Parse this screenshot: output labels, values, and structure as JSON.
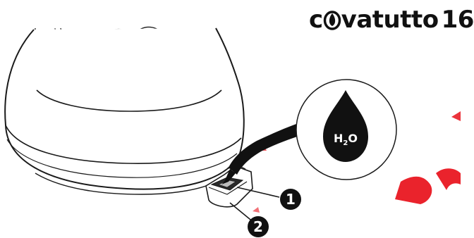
{
  "brand": {
    "prefix": "c",
    "suffix": "vatutto",
    "model": "16"
  },
  "detail": {
    "chemical": "H",
    "chemical_subscript": "2",
    "chemical_tail": "O"
  },
  "callouts": [
    {
      "number": "1"
    },
    {
      "number": "2"
    }
  ],
  "colors": {
    "ink": "#111111",
    "watermark": "#e8101a",
    "background": "#ffffff"
  },
  "icons": [
    "water-drop-icon",
    "egg-logo-icon"
  ]
}
